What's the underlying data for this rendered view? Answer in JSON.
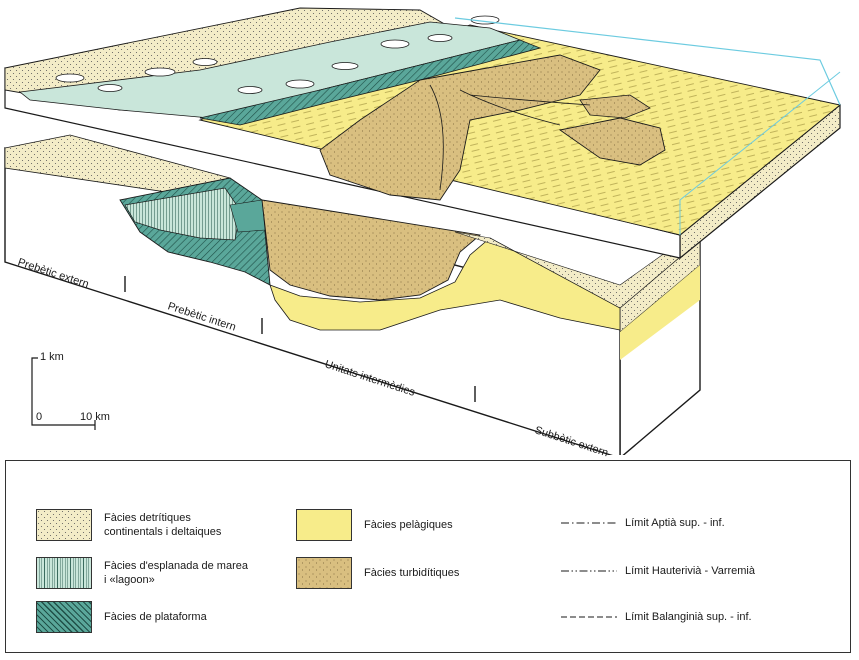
{
  "colors": {
    "detritic": "#f3ecc7",
    "lagoon": "#c9e6da",
    "platform": "#5aa79a",
    "pelagic": "#f7ec8a",
    "turbidite": "#d9bf80",
    "outline": "#1a1a1a",
    "frame": "#6ccbe0"
  },
  "regions": {
    "prebetic_extern": "Prebètic extern",
    "prebetic_intern": "Prebètic intern",
    "unitats_intermedies": "Unitats intermèdies",
    "subbetic_extern": "Subbètic extern"
  },
  "scale": {
    "vertical": "1 km",
    "zero": "0",
    "horizontal": "10 km"
  },
  "legend": {
    "facies": [
      {
        "key": "detritic",
        "label_line1": "Fàcies detrítiques",
        "label_line2": "continentals i deltaiques"
      },
      {
        "key": "lagoon",
        "label_line1": "Fàcies d'esplanada de marea",
        "label_line2": "i «lagoon»"
      },
      {
        "key": "platform",
        "label_line1": "Fàcies de plataforma",
        "label_line2": ""
      },
      {
        "key": "pelagic",
        "label_line1": "Fàcies pelàgiques",
        "label_line2": ""
      },
      {
        "key": "turbidite",
        "label_line1": "Fàcies turbidítiques",
        "label_line2": ""
      }
    ],
    "limits": [
      {
        "label": "Límit Aptià sup. - inf.",
        "style": "dash-dot"
      },
      {
        "label": "Límit Hauterivià - Varremià",
        "style": "dash-dot-dot"
      },
      {
        "label": "Límit Balanginià sup. - inf.",
        "style": "dashed"
      }
    ]
  }
}
